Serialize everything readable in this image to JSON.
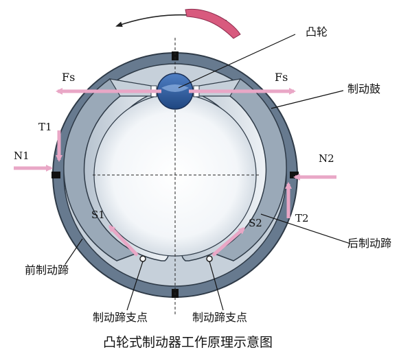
{
  "title": "凸轮式制动器工作原理示意图",
  "labels": {
    "cam": "凸轮",
    "drum": "制动鼓",
    "leading_shoe": "前制动蹄",
    "trailing_shoe": "后制动蹄",
    "pivot_left": "制动蹄支点",
    "pivot_right": "制动蹄支点"
  },
  "forces": {
    "fs_left": "Fs",
    "fs_right": "Fs",
    "t1": "T1",
    "t2": "T2",
    "n1": "N1",
    "n2": "N2",
    "s1": "S1",
    "s2": "S2"
  },
  "colors": {
    "drum": "#677a8f",
    "drum_outline": "#2e3a47",
    "shoe_lining": "#9aa9b8",
    "cam": "#2f5d9e",
    "force_arrow": "#e9a7c6",
    "rotation_arrow": "#d85a7e"
  },
  "icons": {
    "rotation": "curved-rotation-arrow-icon"
  }
}
